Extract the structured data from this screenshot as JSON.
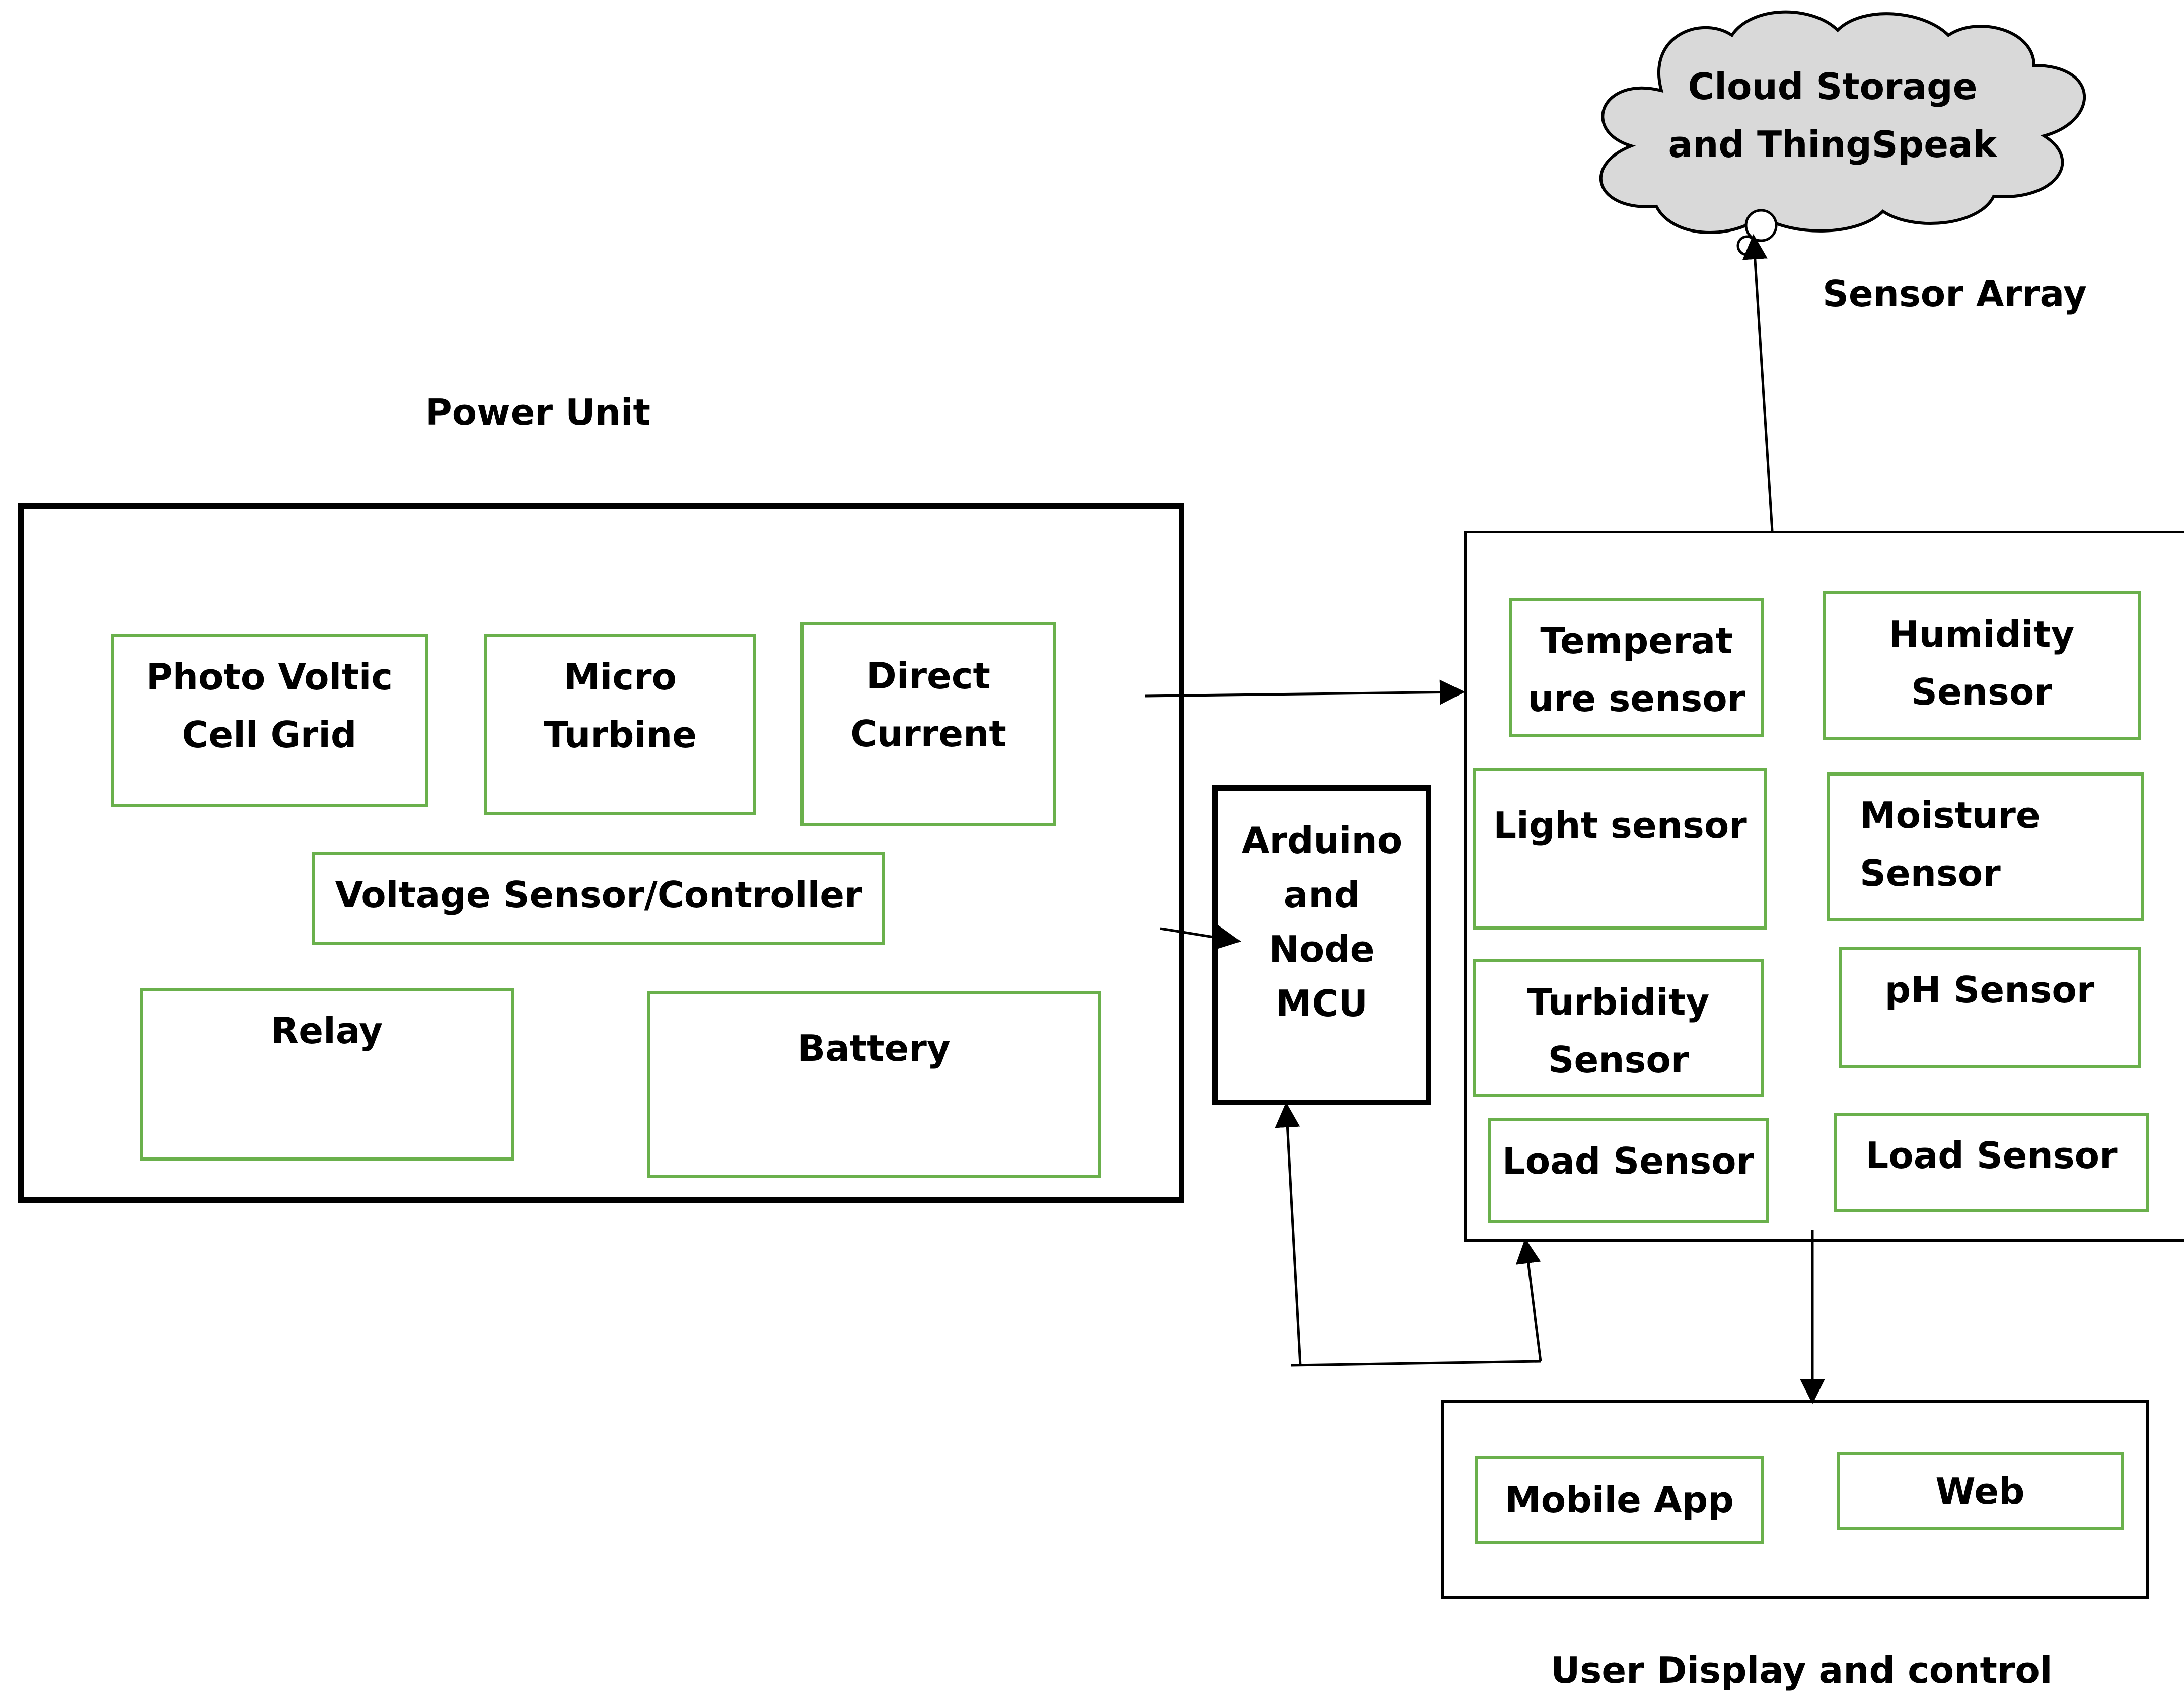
{
  "diagram": {
    "cloud": {
      "line1": "Cloud Storage",
      "line2": "and ThingSpeak"
    },
    "labels": {
      "sensor_array": "Sensor Array",
      "power_unit": "Power Unit",
      "user_display": "User Display and control"
    },
    "power_unit": {
      "photovoltic": {
        "line1": "Photo Voltic",
        "line2": "Cell Grid"
      },
      "micro_turbine": {
        "line1": "Micro",
        "line2": "Turbine"
      },
      "direct_current": {
        "line1": "Direct",
        "line2": "Current"
      },
      "voltage_sensor": "Voltage Sensor/Controller",
      "relay": "Relay",
      "battery": "Battery"
    },
    "controller": {
      "line1": "Arduino",
      "line2": "and",
      "line3": "Node",
      "line4": "MCU"
    },
    "sensors": {
      "temperature": {
        "line1": "Temperat",
        "line2": "ure sensor"
      },
      "humidity": {
        "line1": "Humidity",
        "line2": "Sensor"
      },
      "light": "Light sensor",
      "moisture": {
        "line1": "Moisture",
        "line2": "Sensor"
      },
      "turbidity": {
        "line1": "Turbidity",
        "line2": "Sensor"
      },
      "ph": "pH Sensor",
      "load1": "Load Sensor",
      "load2": "Load Sensor"
    },
    "user_display": {
      "mobile_app": "Mobile App",
      "web": "Web"
    },
    "colors": {
      "component_border": "#6ab04c",
      "container_border": "#000000",
      "cloud_fill": "#d9d9d9"
    }
  }
}
